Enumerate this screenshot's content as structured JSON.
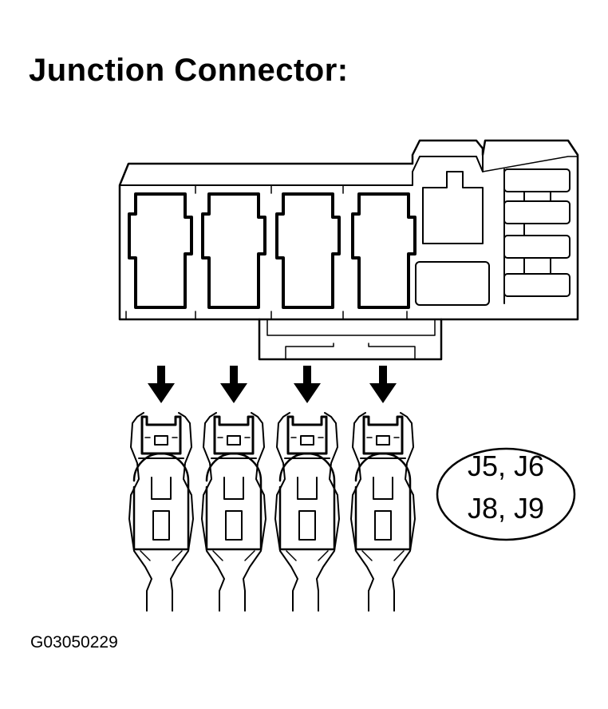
{
  "title": "Junction Connector:",
  "connector_labels": [
    "J5, J6",
    "J8, J9"
  ],
  "figure_code": "G03050229",
  "terminal_count": 4
}
